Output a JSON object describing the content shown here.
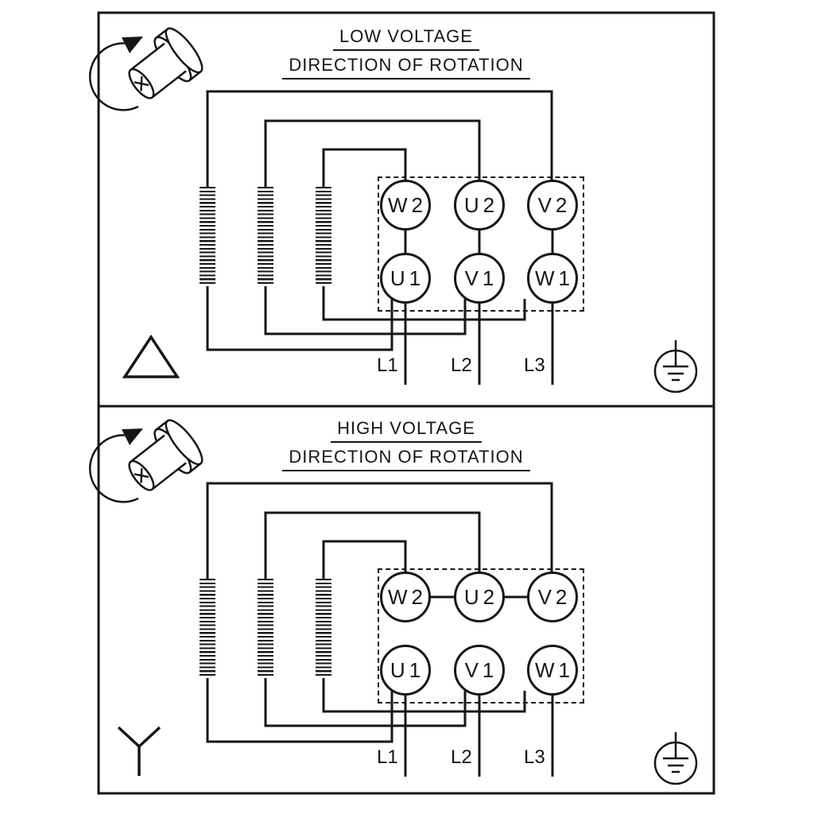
{
  "diagram": {
    "panels": [
      {
        "title": "LOW VOLTAGE",
        "subtitle": "DIRECTION OF ROTATION",
        "connection": "delta",
        "terminals": {
          "top_row": [
            "W2",
            "U2",
            "V2"
          ],
          "bottom_row": [
            "U1",
            "V1",
            "W1"
          ]
        },
        "supply_lines": [
          "L1",
          "L2",
          "L3"
        ]
      },
      {
        "title": "HIGH VOLTAGE",
        "subtitle": "DIRECTION OF ROTATION",
        "connection": "star",
        "terminals": {
          "top_row": [
            "W2",
            "U2",
            "V2"
          ],
          "bottom_row": [
            "U1",
            "V1",
            "W1"
          ]
        },
        "supply_lines": [
          "L1",
          "L2",
          "L3"
        ]
      }
    ],
    "icons": {
      "rotation": "rotation-direction-arrow",
      "low_connection": "delta-symbol",
      "high_connection": "star-symbol",
      "ground": "earth-ground-symbol"
    },
    "colors": {
      "line": "#161616",
      "background": "#ffffff"
    }
  }
}
